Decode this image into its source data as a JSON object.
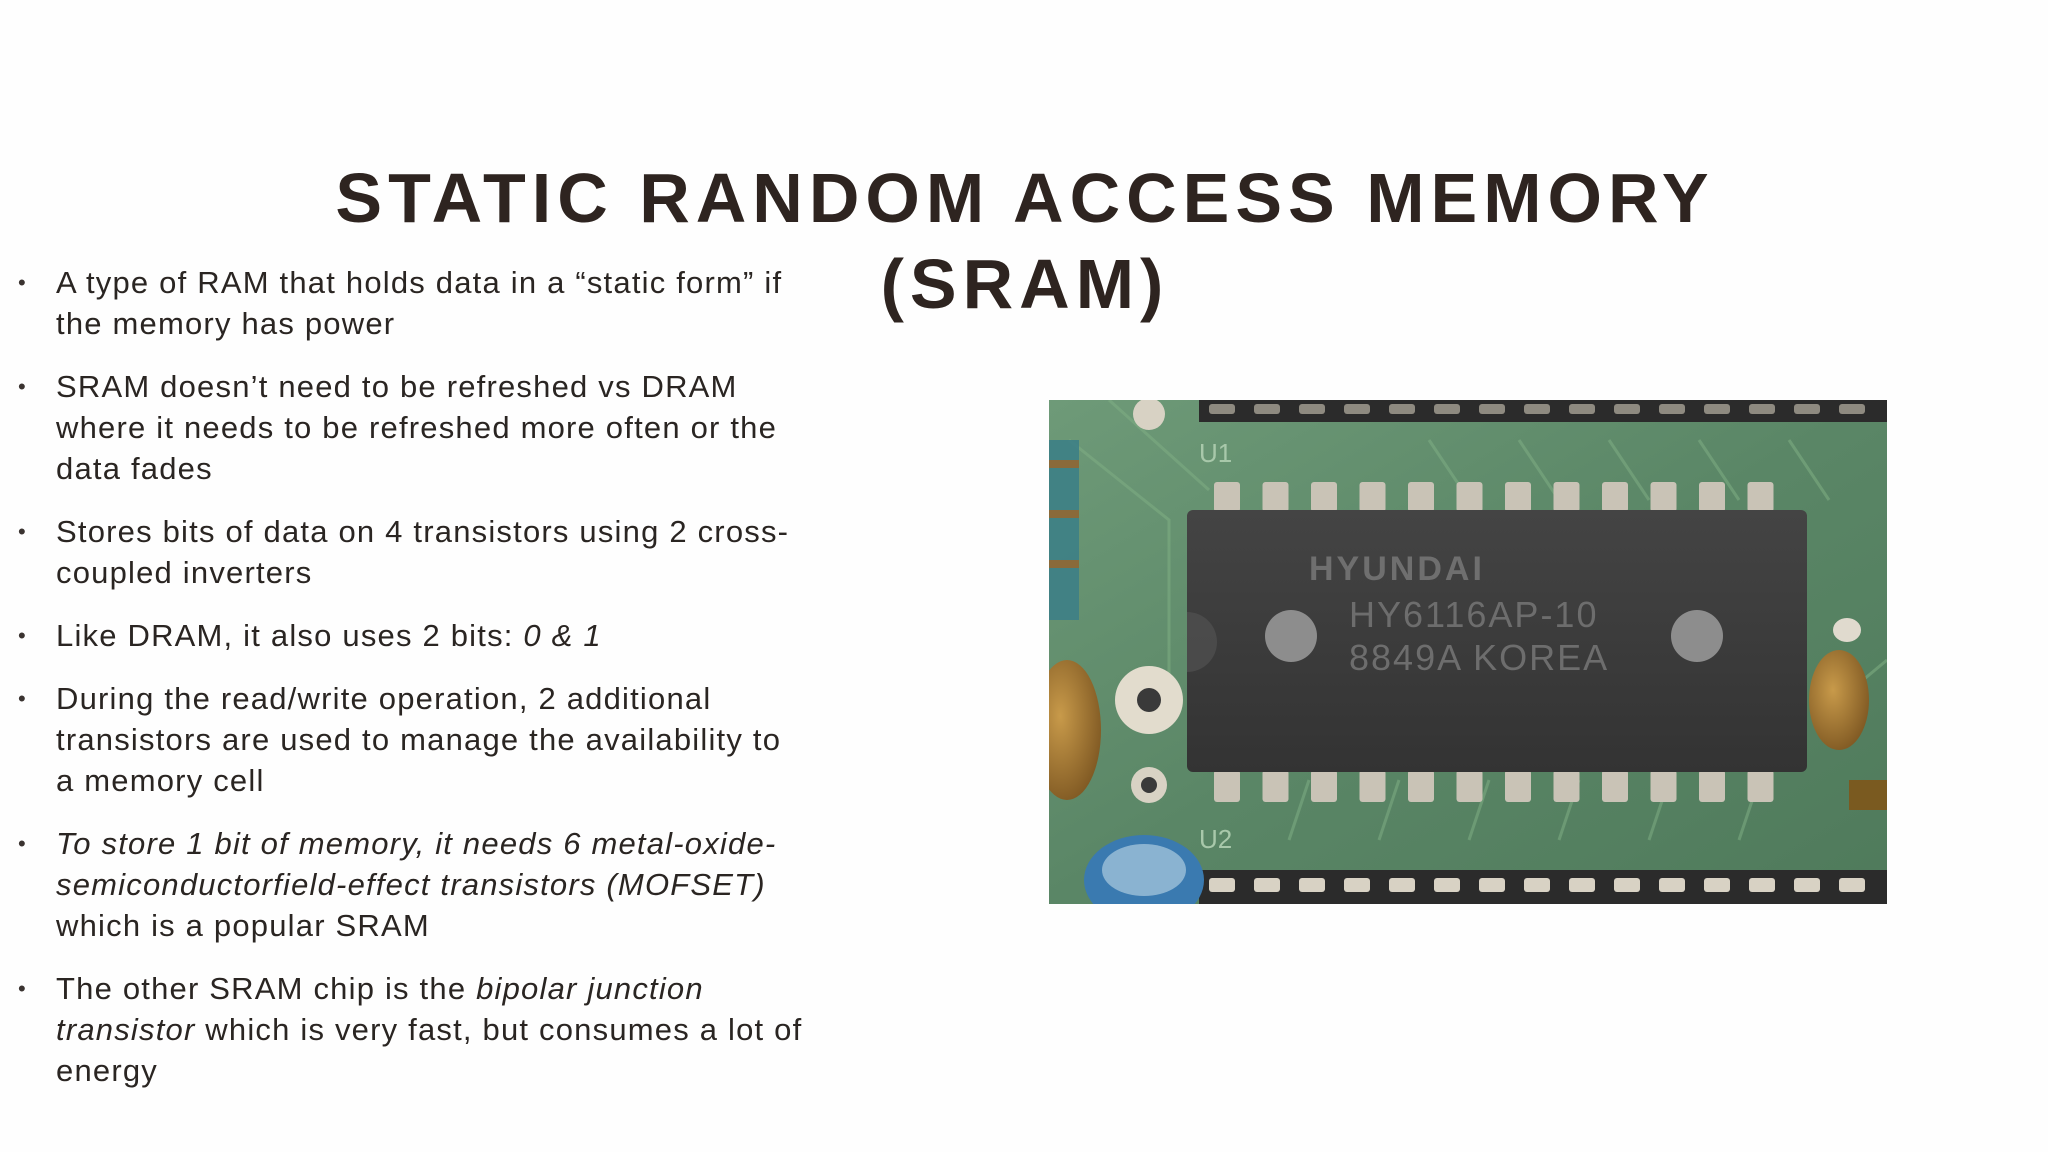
{
  "slide": {
    "title_line1": "STATIC RANDOM ACCESS MEMORY",
    "title_line2": "(SRAM)",
    "bullets": [
      {
        "parts": [
          {
            "text": "A type of RAM that holds data in a “static form” if the memory has power",
            "italic": false
          }
        ]
      },
      {
        "parts": [
          {
            "text": "SRAM doesn’t need to be refreshed vs DRAM where it needs to be refreshed more often or the data fades",
            "italic": false
          }
        ]
      },
      {
        "parts": [
          {
            "text": "Stores bits of data on 4 transistors using 2 cross-coupled inverters",
            "italic": false
          }
        ]
      },
      {
        "parts": [
          {
            "text": "Like DRAM, it also uses 2 bits: ",
            "italic": false
          },
          {
            "text": "0 & 1",
            "italic": true
          }
        ]
      },
      {
        "parts": [
          {
            "text": "During the read/write operation, 2 additional transistors are used to manage the availability to a memory cell",
            "italic": false
          }
        ]
      },
      {
        "parts": [
          {
            "text": "To store 1 bit of memory, it needs 6 metal-oxide-semiconductorfield-effect transistors (MOFSET)",
            "italic": true
          },
          {
            "text": " which is a popular SRAM",
            "italic": false
          }
        ]
      },
      {
        "parts": [
          {
            "text": "The other SRAM chip is the ",
            "italic": false
          },
          {
            "text": "bipolar junction transistor",
            "italic": true
          },
          {
            "text": " which is very fast, but consumes a lot of energy",
            "italic": false
          }
        ]
      }
    ],
    "bullet_symbol": "•"
  },
  "photo": {
    "chip_brand": "HYUNDAI",
    "chip_model": "HY6116AP-10",
    "chip_origin": "8849A KOREA",
    "board_label_top": "U1",
    "board_label_bottom": "U2",
    "colors": {
      "board": "#5f8a6a",
      "chip": "#3b3b3b",
      "chip_text": "#6d6d6d",
      "pin": "#c9c3b6"
    }
  }
}
